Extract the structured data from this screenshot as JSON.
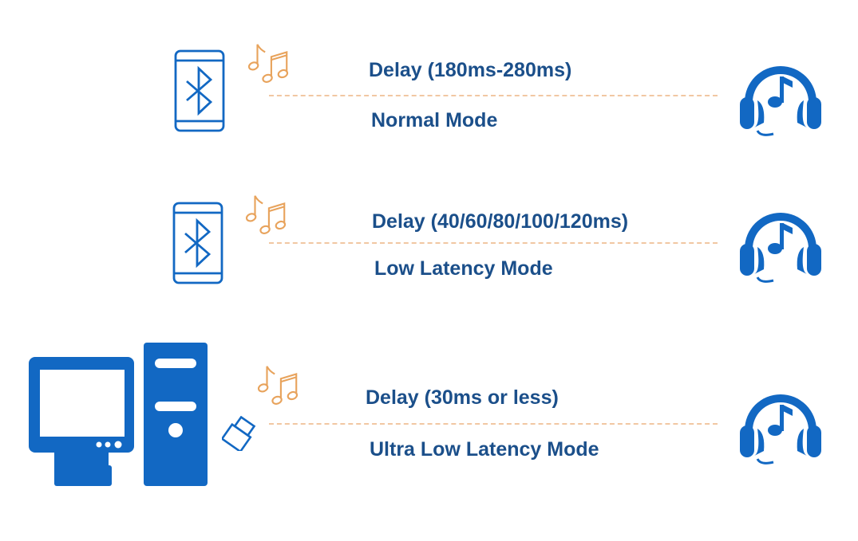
{
  "colors": {
    "primary_blue": "#1268c3",
    "text_blue": "#1b4f8a",
    "note_orange": "#e8a35c",
    "dash_peach": "#f1c7a2"
  },
  "rows": [
    {
      "delay": "Delay (180ms-280ms)",
      "mode": "Normal Mode",
      "source_icon": "bluetooth-phone-icon"
    },
    {
      "delay": "Delay (40/60/80/100/120ms)",
      "mode": "Low Latency Mode",
      "source_icon": "bluetooth-phone-icon"
    },
    {
      "delay": "Delay (30ms or less)",
      "mode": "Ultra Low Latency Mode",
      "source_icon": "desktop-computer-icon"
    }
  ],
  "icons": {
    "music": "music-notes-icon",
    "dongle": "usb-dongle-icon",
    "headphones": "headphones-icon"
  }
}
